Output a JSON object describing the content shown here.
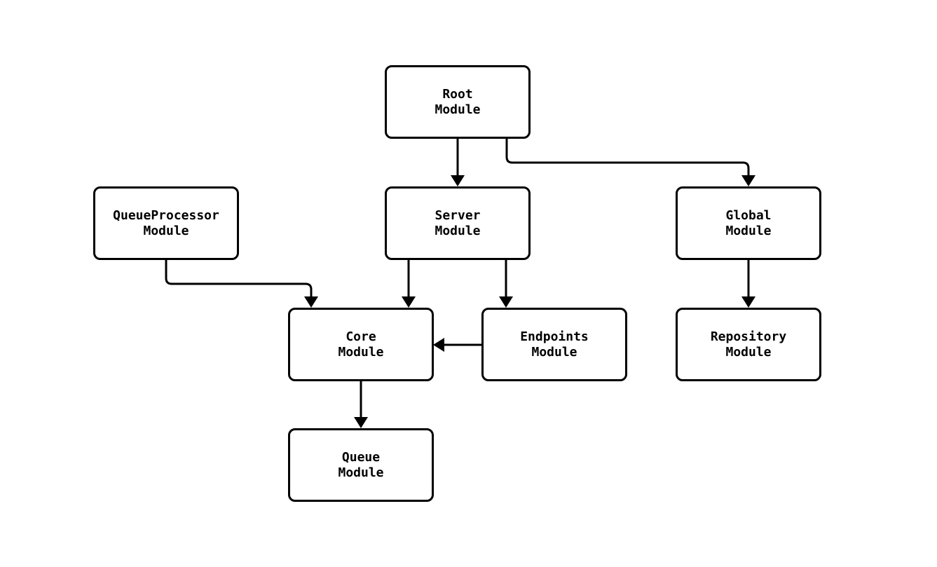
{
  "diagram": {
    "type": "flowchart",
    "direction": "top-down",
    "nodes": [
      {
        "id": "root",
        "line1": "Root",
        "line2": "Module"
      },
      {
        "id": "server",
        "line1": "Server",
        "line2": "Module"
      },
      {
        "id": "queueprocessor",
        "line1": "QueueProcessor",
        "line2": "Module"
      },
      {
        "id": "global",
        "line1": "Global",
        "line2": "Module"
      },
      {
        "id": "core",
        "line1": "Core",
        "line2": "Module"
      },
      {
        "id": "endpoints",
        "line1": "Endpoints",
        "line2": "Module"
      },
      {
        "id": "repository",
        "line1": "Repository",
        "line2": "Module"
      },
      {
        "id": "queue",
        "line1": "Queue",
        "line2": "Module"
      }
    ],
    "edges": [
      {
        "from": "root",
        "to": "server"
      },
      {
        "from": "root",
        "to": "global"
      },
      {
        "from": "queueprocessor",
        "to": "core"
      },
      {
        "from": "server",
        "to": "core"
      },
      {
        "from": "server",
        "to": "endpoints"
      },
      {
        "from": "endpoints",
        "to": "core"
      },
      {
        "from": "global",
        "to": "repository"
      },
      {
        "from": "core",
        "to": "queue"
      }
    ],
    "colors": {
      "background": "#ffffff",
      "node_fill": "#ffffff",
      "node_border": "#000000",
      "edge": "#000000",
      "text": "#000000"
    }
  }
}
